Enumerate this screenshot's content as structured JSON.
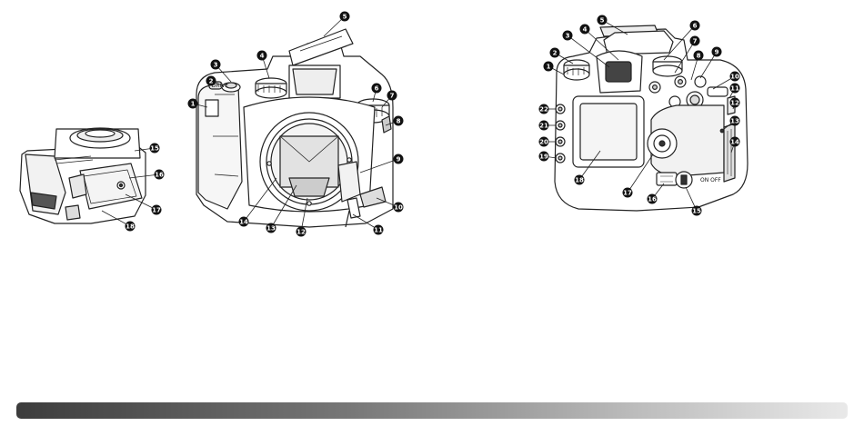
{
  "body_views": [
    {
      "view": "bottom",
      "callouts": [
        {
          "number": "15"
        },
        {
          "number": "16"
        },
        {
          "number": "17"
        },
        {
          "number": "18"
        }
      ]
    },
    {
      "view": "front",
      "callouts": [
        {
          "number": "1"
        },
        {
          "number": "2"
        },
        {
          "number": "3"
        },
        {
          "number": "4"
        },
        {
          "number": "5"
        },
        {
          "number": "6"
        },
        {
          "number": "7"
        },
        {
          "number": "8"
        },
        {
          "number": "9"
        },
        {
          "number": "10"
        },
        {
          "number": "11"
        },
        {
          "number": "12"
        },
        {
          "number": "13"
        },
        {
          "number": "14"
        }
      ]
    },
    {
      "view": "back",
      "callouts": [
        {
          "number": "1"
        },
        {
          "number": "2"
        },
        {
          "number": "3"
        },
        {
          "number": "4"
        },
        {
          "number": "5"
        },
        {
          "number": "6"
        },
        {
          "number": "7"
        },
        {
          "number": "8"
        },
        {
          "number": "9"
        },
        {
          "number": "10"
        },
        {
          "number": "11"
        },
        {
          "number": "12"
        },
        {
          "number": "13"
        },
        {
          "number": "14"
        },
        {
          "number": "15"
        },
        {
          "number": "16"
        },
        {
          "number": "17"
        },
        {
          "number": "18"
        },
        {
          "number": "19"
        },
        {
          "number": "20"
        },
        {
          "number": "21"
        },
        {
          "number": "22"
        }
      ]
    }
  ],
  "markings": {
    "drive_button": "DRIVE",
    "switch_label": "ON OFF"
  },
  "colors": {
    "line": "#222222",
    "badge": "#111111",
    "badge_text": "#ffffff",
    "footer_dark": "#3c3c3c",
    "footer_light": "#e9e9e9"
  }
}
